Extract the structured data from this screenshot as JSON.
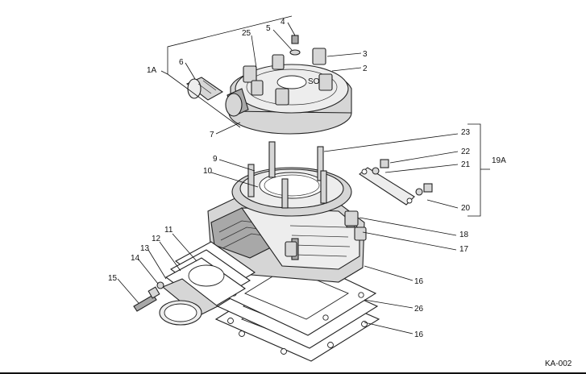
{
  "drawing": {
    "code": "KA-002",
    "callouts": {
      "c1A": "1A",
      "c2": "2",
      "c3": "3",
      "c4": "4",
      "c5": "5",
      "c6": "6",
      "c7": "7",
      "c9": "9",
      "c10": "10",
      "c11": "11",
      "c12": "12",
      "c13": "13",
      "c14": "14",
      "c15": "15",
      "c16a": "16",
      "c16b": "16",
      "c17": "17",
      "c18": "18",
      "c19A": "19A",
      "c20": "20",
      "c21": "21",
      "c22": "22",
      "c23": "23",
      "c25": "25",
      "c26": "26"
    },
    "head_marking": "SO"
  }
}
